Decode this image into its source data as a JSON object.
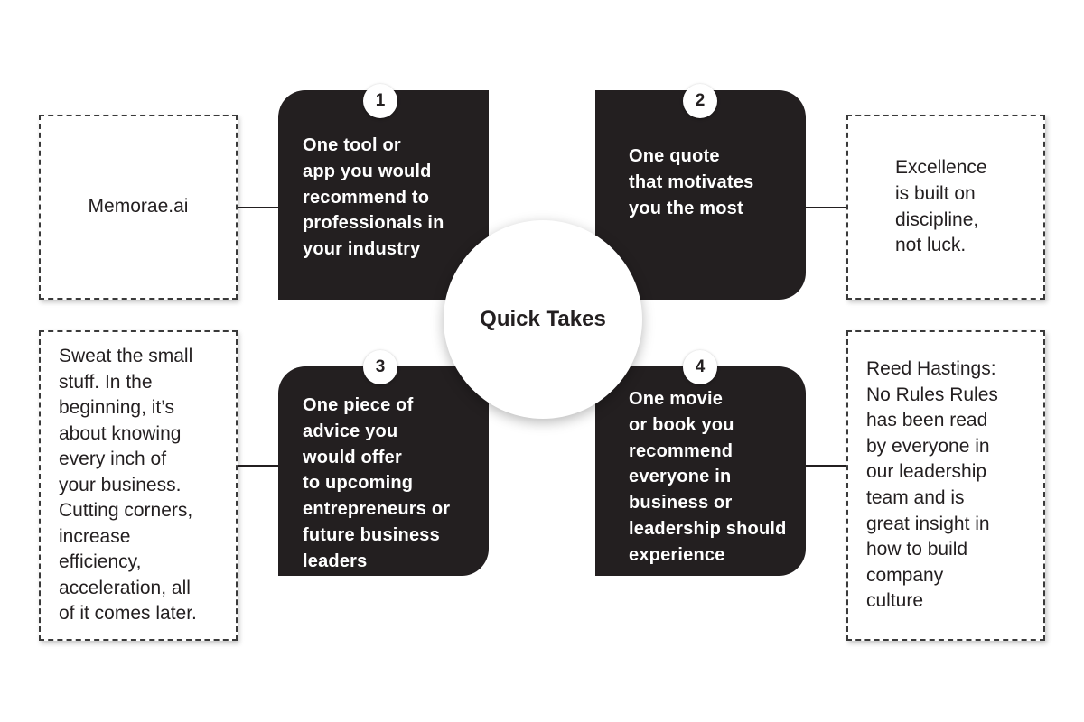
{
  "center": {
    "title": "Quick Takes"
  },
  "questions": [
    {
      "number": "1",
      "text": "One tool or\napp you would\nrecommend to\nprofessionals in\nyour industry"
    },
    {
      "number": "2",
      "text": "One quote\nthat motivates\nyou the most"
    },
    {
      "number": "3",
      "text": "One piece of\nadvice you\nwould offer\nto upcoming\nentrepreneurs or\nfuture business\nleaders"
    },
    {
      "number": "4",
      "text": "One movie\nor book you\nrecommend\neveryone in\nbusiness or\nleadership should\nexperience"
    }
  ],
  "answers": [
    {
      "text": "Memorae.ai"
    },
    {
      "text": "Excellence\nis built on\ndiscipline,\nnot luck."
    },
    {
      "text": "Sweat the small\nstuff. In the\nbeginning, it’s\nabout knowing\nevery inch of\nyour business.\nCutting corners,\nincrease\nefficiency,\nacceleration, all\nof it comes later."
    },
    {
      "text": "Reed Hastings:\nNo Rules Rules\nhas been read\nby everyone in\nour leadership\nteam and is\ngreat insight in\nhow to build\ncompany\nculture"
    }
  ],
  "colors": {
    "card": "#231f20",
    "background": "#ffffff",
    "text": "#231f20"
  }
}
